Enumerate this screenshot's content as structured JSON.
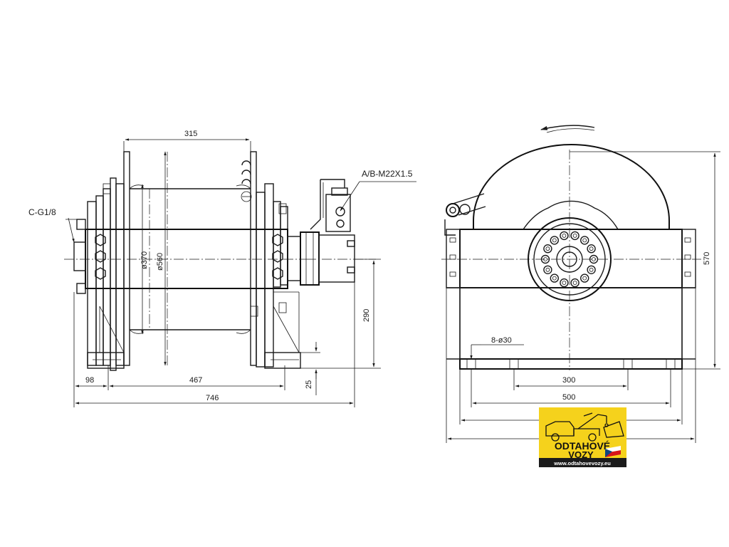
{
  "labels": {
    "port_ab": "A/B-M22X1.5",
    "port_c": "C-G1/8",
    "dia_370": "ø370",
    "dia_560": "ø560",
    "holes": "8-ø30"
  },
  "dimensions": {
    "d315": "315",
    "d98": "98",
    "d467": "467",
    "d746": "746",
    "d290": "290",
    "d25": "25",
    "d570": "570",
    "d300": "300",
    "d500": "500"
  },
  "logo": {
    "line1": "ODTAHOVÉ",
    "line2": "VOZY",
    "url": "www.odtahovevozy.eu",
    "bg_color": "#f5d21c",
    "url_bar_color": "#1b1b1b"
  }
}
